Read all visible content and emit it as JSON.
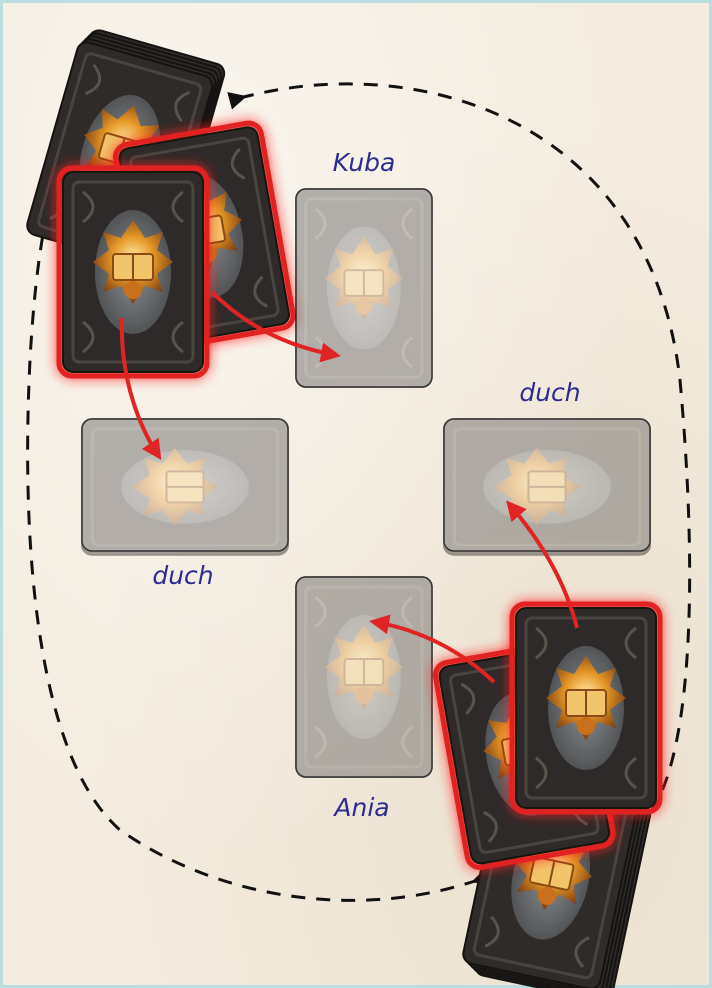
{
  "players": {
    "top": "Kuba",
    "right": "duch",
    "left": "duch",
    "bottom": "Ania"
  },
  "colors": {
    "background": "#f4ecdf",
    "border": "#b9dde0",
    "label": "#2b2c8f",
    "card_back": "#2e2b29",
    "highlight": "#e02020",
    "arrow": "#e02424",
    "cycle_path": "#111111"
  },
  "icons": {
    "emblem": "book-emblem-icon",
    "arrow": "arrow-icon"
  }
}
